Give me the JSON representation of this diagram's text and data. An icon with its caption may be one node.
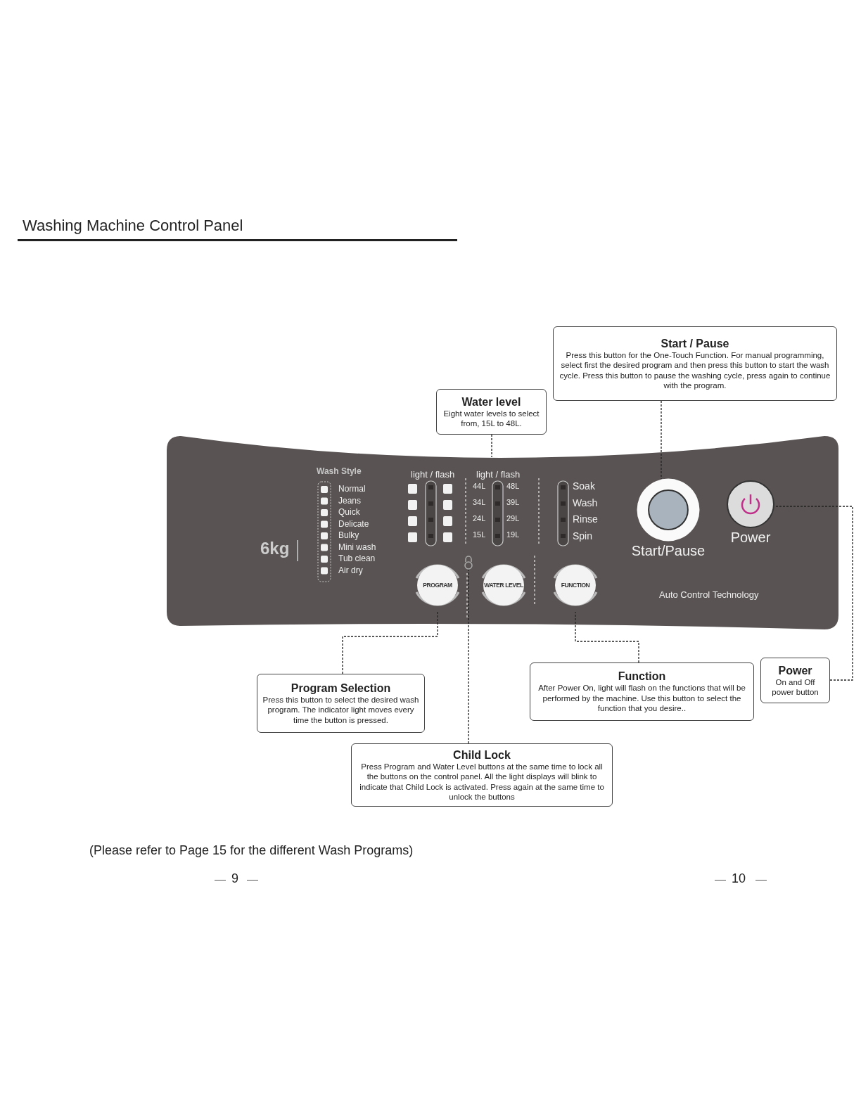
{
  "diagram": {
    "title": "Washing Machine Control Panel",
    "caption": "(Please refer to Page 15 for the different Wash Programs)",
    "nodes": [
      {
        "text": [
          "Start / Pause",
          "Press this button for the One-Touch Function. For manual programming, select first the desired program and then press this button to start the wash cycle. Press this button to pause the washing cycle, press again to continue with the program."
        ]
      },
      {
        "text": [
          "Water level",
          "Eight water levels to select from, 15L to 48L."
        ]
      },
      {
        "text": [],
        "shape": "panel"
      },
      {
        "text": [
          "Start/Pause"
        ],
        "in": 2
      },
      {
        "text": [
          "Power"
        ],
        "in": 2
      },
      {
        "text": [
          "PROGRAM"
        ],
        "in": 2
      },
      {
        "text": [],
        "shape": "lock",
        "in": 2
      },
      {
        "text": [
          "WATER LEVEL"
        ],
        "in": 2
      },
      {
        "text": [
          "FUNCTION"
        ],
        "in": 2
      },
      {
        "text": [
          "Program Selection",
          "Press this button to select the desired wash program. The indicator light moves every time the button is pressed."
        ]
      },
      {
        "text": [
          "Function",
          "After Power On, light will flash on the functions that will be performed by the machine. Use this button to select the function that you desire.."
        ]
      },
      {
        "text": [
          "Power",
          "On and Off power button"
        ]
      },
      {
        "text": [
          "Child Lock",
          "Press Program and Water Level buttons at the same time to lock all the buttons on the control panel. All the light displays will blink to indicate that Child Lock is activated. Press again at the same time to unlock the buttons"
        ]
      }
    ],
    "edges": [
      {
        "from": 0,
        "to": 3,
        "arrow": "none",
        "style": "dashed"
      },
      {
        "from": 1,
        "to": 2,
        "arrow": "none",
        "style": "dashed"
      },
      {
        "from": 9,
        "to": 5,
        "arrow": "none",
        "style": "dashed"
      },
      {
        "from": 10,
        "to": 8,
        "arrow": "none",
        "style": "dashed"
      },
      {
        "from": 11,
        "to": 4,
        "arrow": "none",
        "style": "dashed"
      },
      {
        "from": 12,
        "to": 6,
        "arrow": "none",
        "style": "dashed"
      }
    ],
    "labels": [
      "Wash Style",
      "Normal",
      "Jeans",
      "Quick",
      "Delicate",
      "Bulky",
      "Mini wash",
      "Tub clean",
      "Air dry",
      "6kg",
      "light / flash",
      "light / flash",
      "44L",
      "48L",
      "34L",
      "39L",
      "24L",
      "29L",
      "15L",
      "19L",
      "Soak",
      "Wash",
      "Rinse",
      "Spin",
      "Auto Control Technology",
      "9",
      "10"
    ]
  }
}
